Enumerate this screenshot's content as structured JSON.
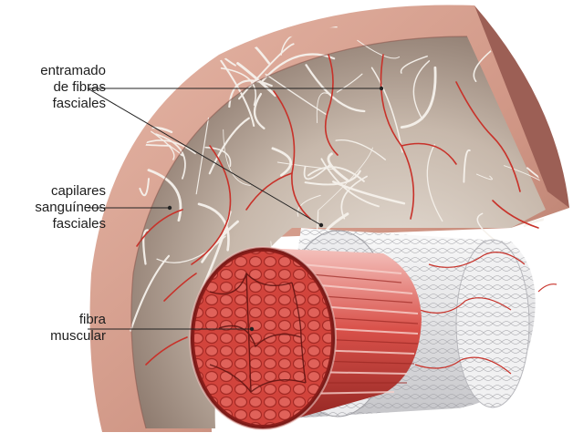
{
  "labels": {
    "fascial_network": [
      "entramado",
      "de fibras",
      "fasciales"
    ],
    "fascial_capillaries": [
      "capilares",
      "sanguíneos",
      "fasciales"
    ],
    "muscle_fiber": [
      "fibra",
      "muscular"
    ]
  },
  "colors": {
    "skin_outer": "#c98f7e",
    "skin_inner": "#e3b3a2",
    "fascia_bg": "#b9a79a",
    "fascia_fiber": "#f3efe8",
    "capillary": "#c8322a",
    "muscle": "#d2423b",
    "muscle_dark": "#8f1f1c",
    "sheath": "#e9e9ea",
    "leader_line": "#222222"
  }
}
